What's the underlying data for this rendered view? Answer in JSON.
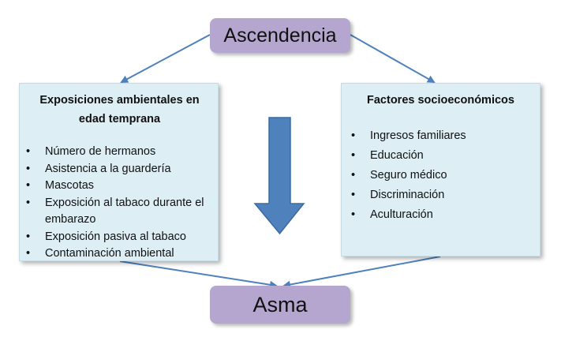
{
  "nodes": {
    "top": {
      "label": "Ascendencia"
    },
    "bottom": {
      "label": "Asma"
    },
    "left": {
      "title": "Exposiciones ambientales en edad temprana",
      "items": [
        "Número de hermanos",
        "Asistencia a la guardería",
        "Mascotas",
        "Exposición al tabaco durante el embarazo",
        "Exposición pasiva al tabaco",
        "Contaminación ambiental"
      ]
    },
    "right": {
      "title": "Factores socioeconómicos",
      "items": [
        "Ingresos familiares",
        "Educación",
        "Seguro médico",
        "Discriminación",
        "Aculturación"
      ]
    }
  },
  "colors": {
    "pill_fill": "#b4a6cf",
    "box_fill": "#ddeef4",
    "connector": "#4f81bd",
    "big_arrow": "#4f81bd"
  },
  "bullet_glyph": "•"
}
